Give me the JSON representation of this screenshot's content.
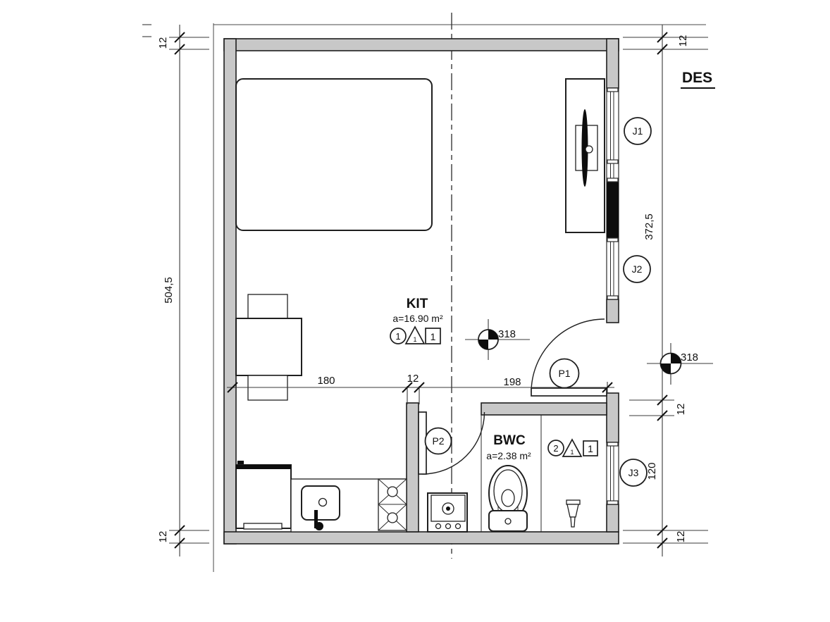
{
  "title": {
    "label": "DES"
  },
  "rooms": {
    "kit": {
      "name": "KIT",
      "area": "a=16.90 m²",
      "circle_badge": "1",
      "triangle_badge": "1",
      "square_badge": "1"
    },
    "bwc": {
      "name": "BWC",
      "area": "a=2.38 m²",
      "circle_badge": "2",
      "triangle_badge": "1",
      "square_badge": "1"
    }
  },
  "doors": {
    "p1": {
      "label": "P1"
    },
    "p2": {
      "label": "P2"
    }
  },
  "windows": {
    "j1": {
      "label": "J1"
    },
    "j2": {
      "label": "J2"
    },
    "j3": {
      "label": "J3"
    }
  },
  "section_markers": {
    "kit_marker": {
      "label": "318"
    },
    "side_marker": {
      "label": "318"
    }
  },
  "dimensions": {
    "left_top_wall": "12",
    "left_height": "504,5",
    "left_bottom_wall": "12",
    "right_top_wall": "12",
    "right_upper_height": "372,5",
    "right_mid_wall": "12",
    "right_bwc_height": "120",
    "right_bottom_wall": "12",
    "kit_width": "180",
    "inner_wall": "12",
    "hall_width": "198"
  },
  "colors": {
    "wall_fill": "#c8c8c8",
    "wall_black": "#0d0d0d",
    "line": "#1f1f1f",
    "background": "#ffffff"
  }
}
